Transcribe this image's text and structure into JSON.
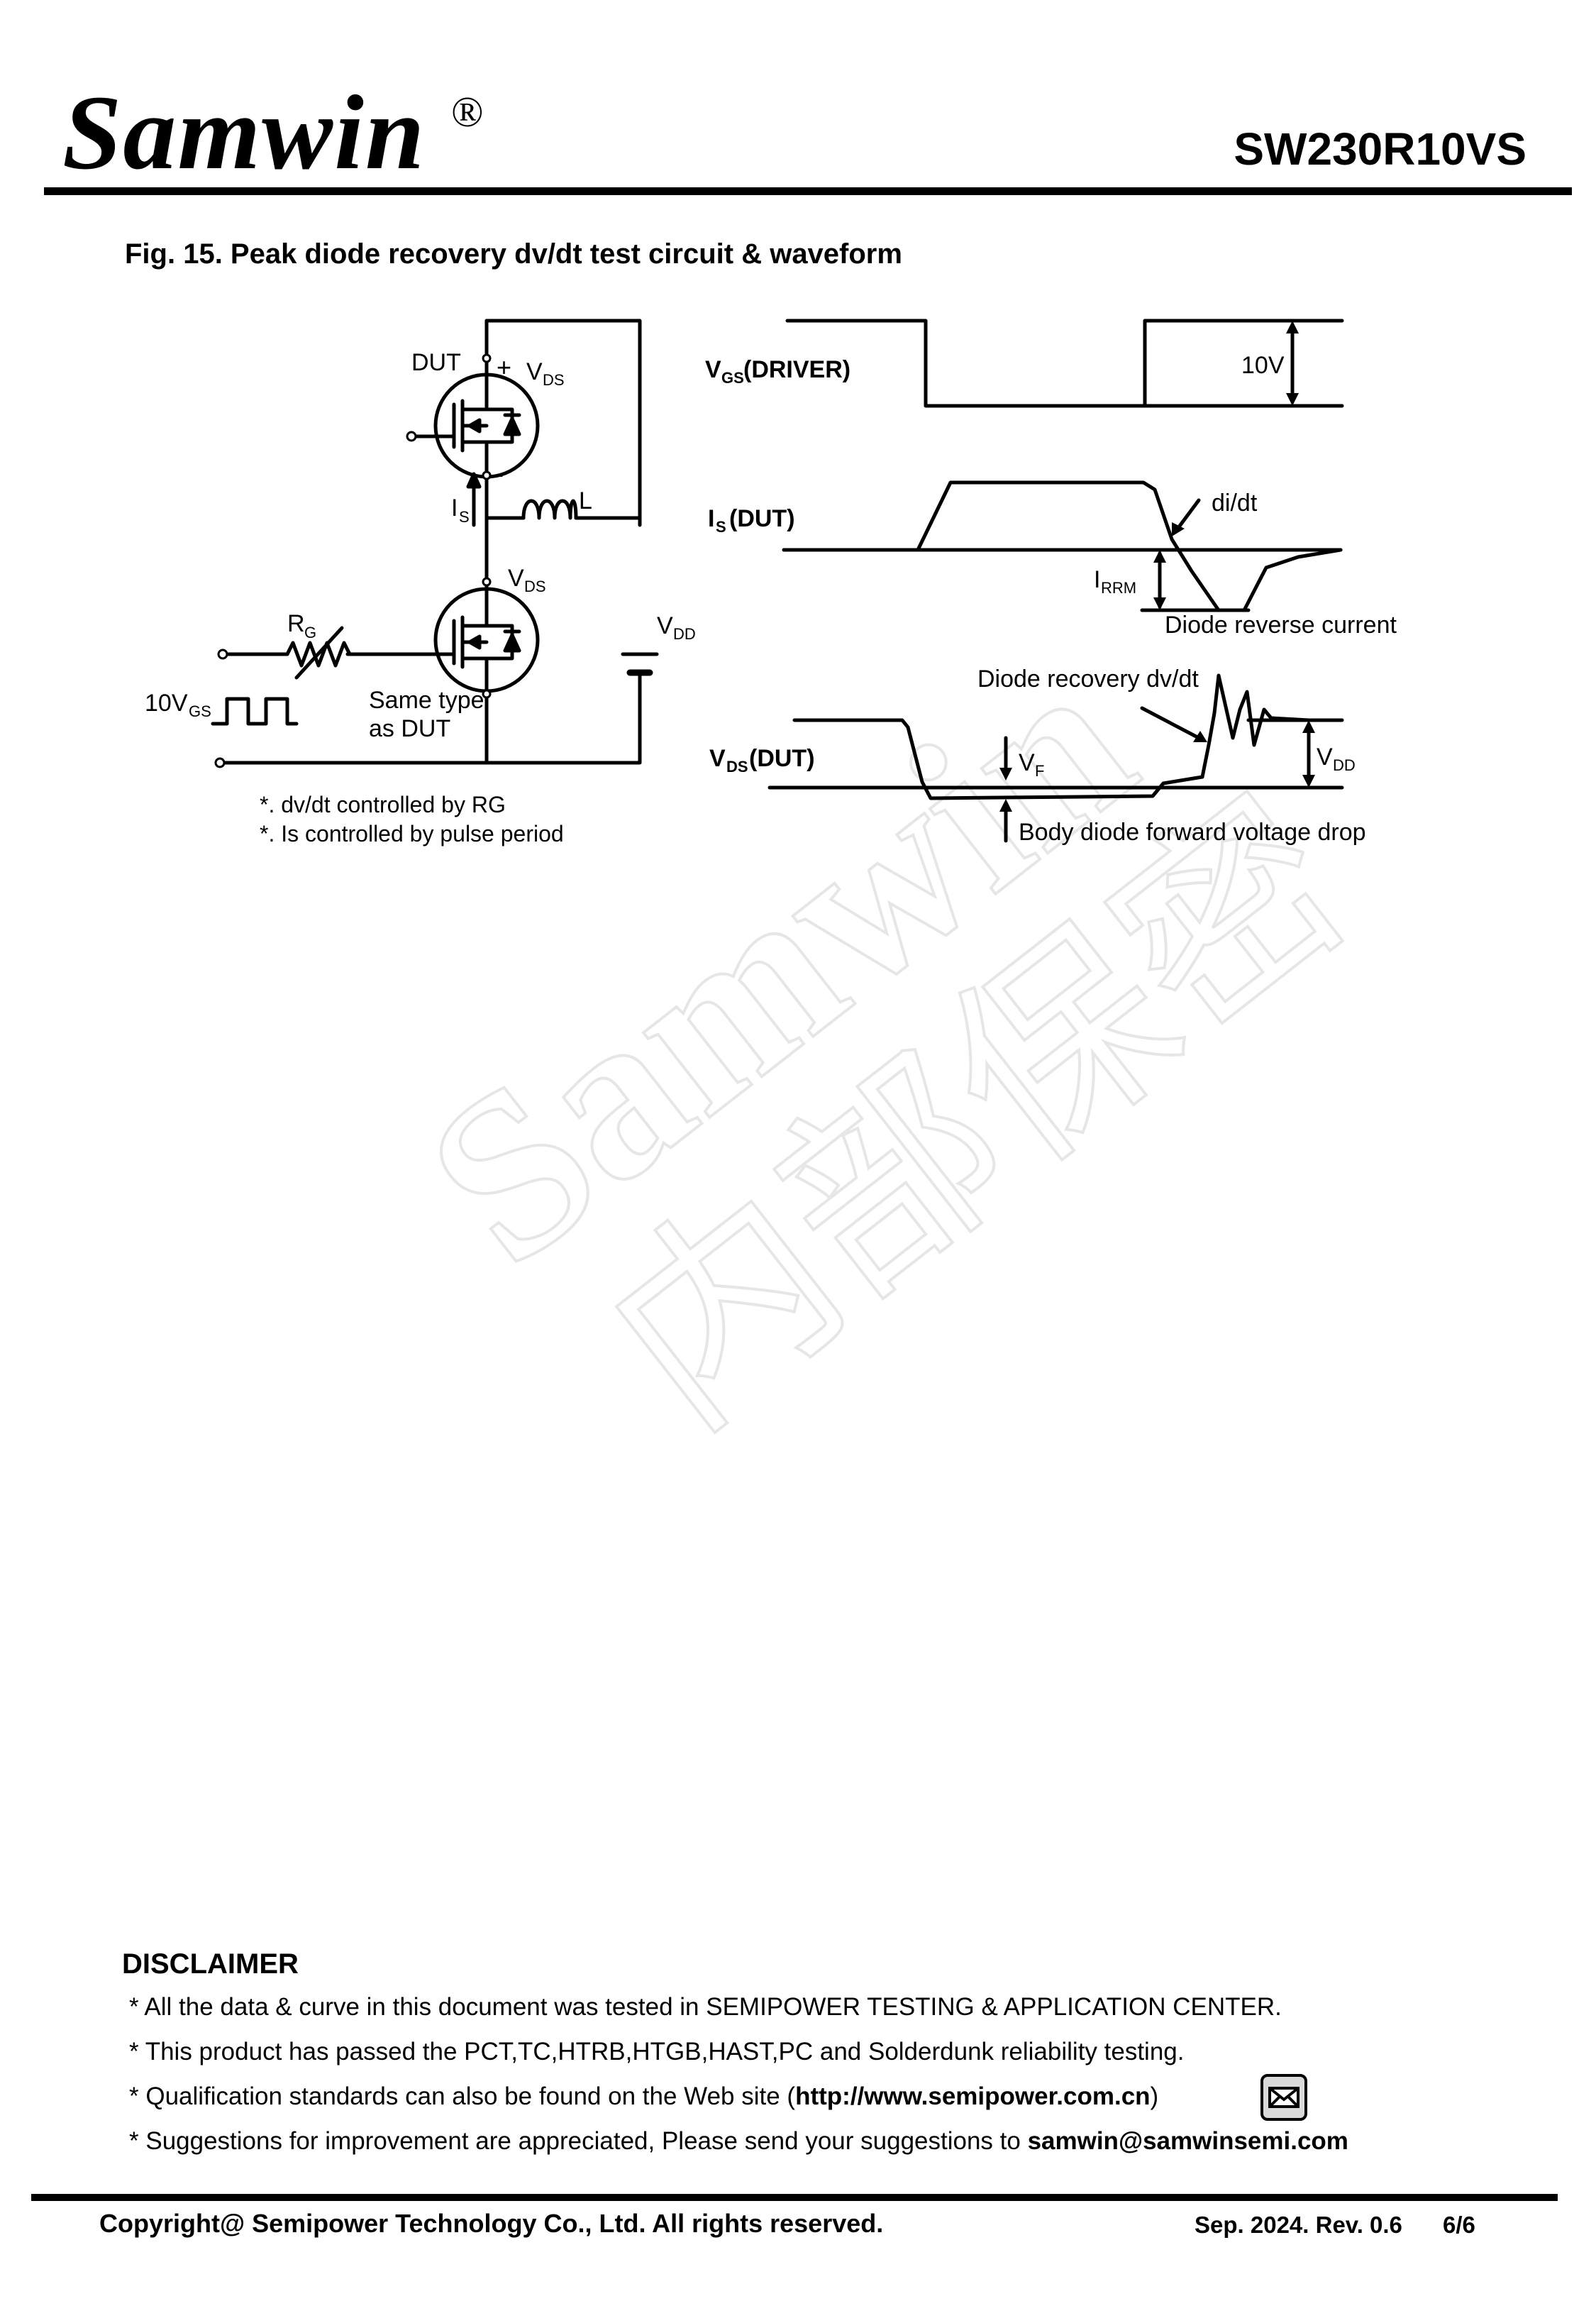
{
  "header": {
    "logo_text": "Samwin",
    "logo_reg": "®",
    "part_number": "SW230R10VS"
  },
  "figure": {
    "title": "Fig. 15. Peak diode recovery dv/dt test circuit & waveform",
    "circuit": {
      "dut": "DUT",
      "plus": "+",
      "minus": "-",
      "vds_top": "V",
      "vds_top_sub": "DS",
      "is_label": "I",
      "is_sub": "S",
      "inductor": "L",
      "vds_bottom": "V",
      "vds_bottom_sub": "DS",
      "rg": "R",
      "rg_sub": "G",
      "vdd": "V",
      "vdd_sub": "DD",
      "source": "10V",
      "source_sub": "GS",
      "same_type_1": "Same type",
      "same_type_2": "as DUT",
      "note_1": "*. dv/dt controlled by RG",
      "note_2": "*. Is controlled by pulse period"
    },
    "waveform": {
      "vgs_main": "V",
      "vgs_sub": "GS",
      "vgs_rest": " (DRIVER)",
      "ten_v": "10V",
      "is_main": "I",
      "is_sub": "S",
      "is_rest": " (DUT)",
      "didt": "di/dt",
      "irrm": "I",
      "irrm_sub": "RRM",
      "reverse_current": "Diode reverse current",
      "recovery_dvdt": "Diode recovery dv/dt",
      "vds_main": "V",
      "vds_sub": "DS",
      "vds_rest": " (DUT)",
      "vf": "V",
      "vf_sub": "F",
      "vdd": "V",
      "vdd_sub": "DD",
      "forward_drop": "Body diode forward voltage drop"
    }
  },
  "watermark": {
    "line1": "Samwin",
    "line2": "内部保密"
  },
  "disclaimer": {
    "title": "DISCLAIMER",
    "line1": "* All the data & curve in this document was tested in SEMIPOWER TESTING & APPLICATION CENTER.",
    "line2": "* This product has passed the PCT,TC,HTRB,HTGB,HAST,PC and Solderdunk reliability testing.",
    "line3_pre": "* Qualification standards can also be found on the Web site (",
    "line3_link": "http://www.semipower.com.cn",
    "line3_post": ")",
    "line4_pre": "* Suggestions for improvement are appreciated, Please send your suggestions to ",
    "line4_email": "samwin@samwinsemi.com",
    "mail_icon": "mail-icon"
  },
  "footer": {
    "copyright": "Copyright@ Semipower Technology Co., Ltd. All rights reserved.",
    "revision": "Sep. 2024. Rev. 0.6",
    "page": "6/6"
  }
}
